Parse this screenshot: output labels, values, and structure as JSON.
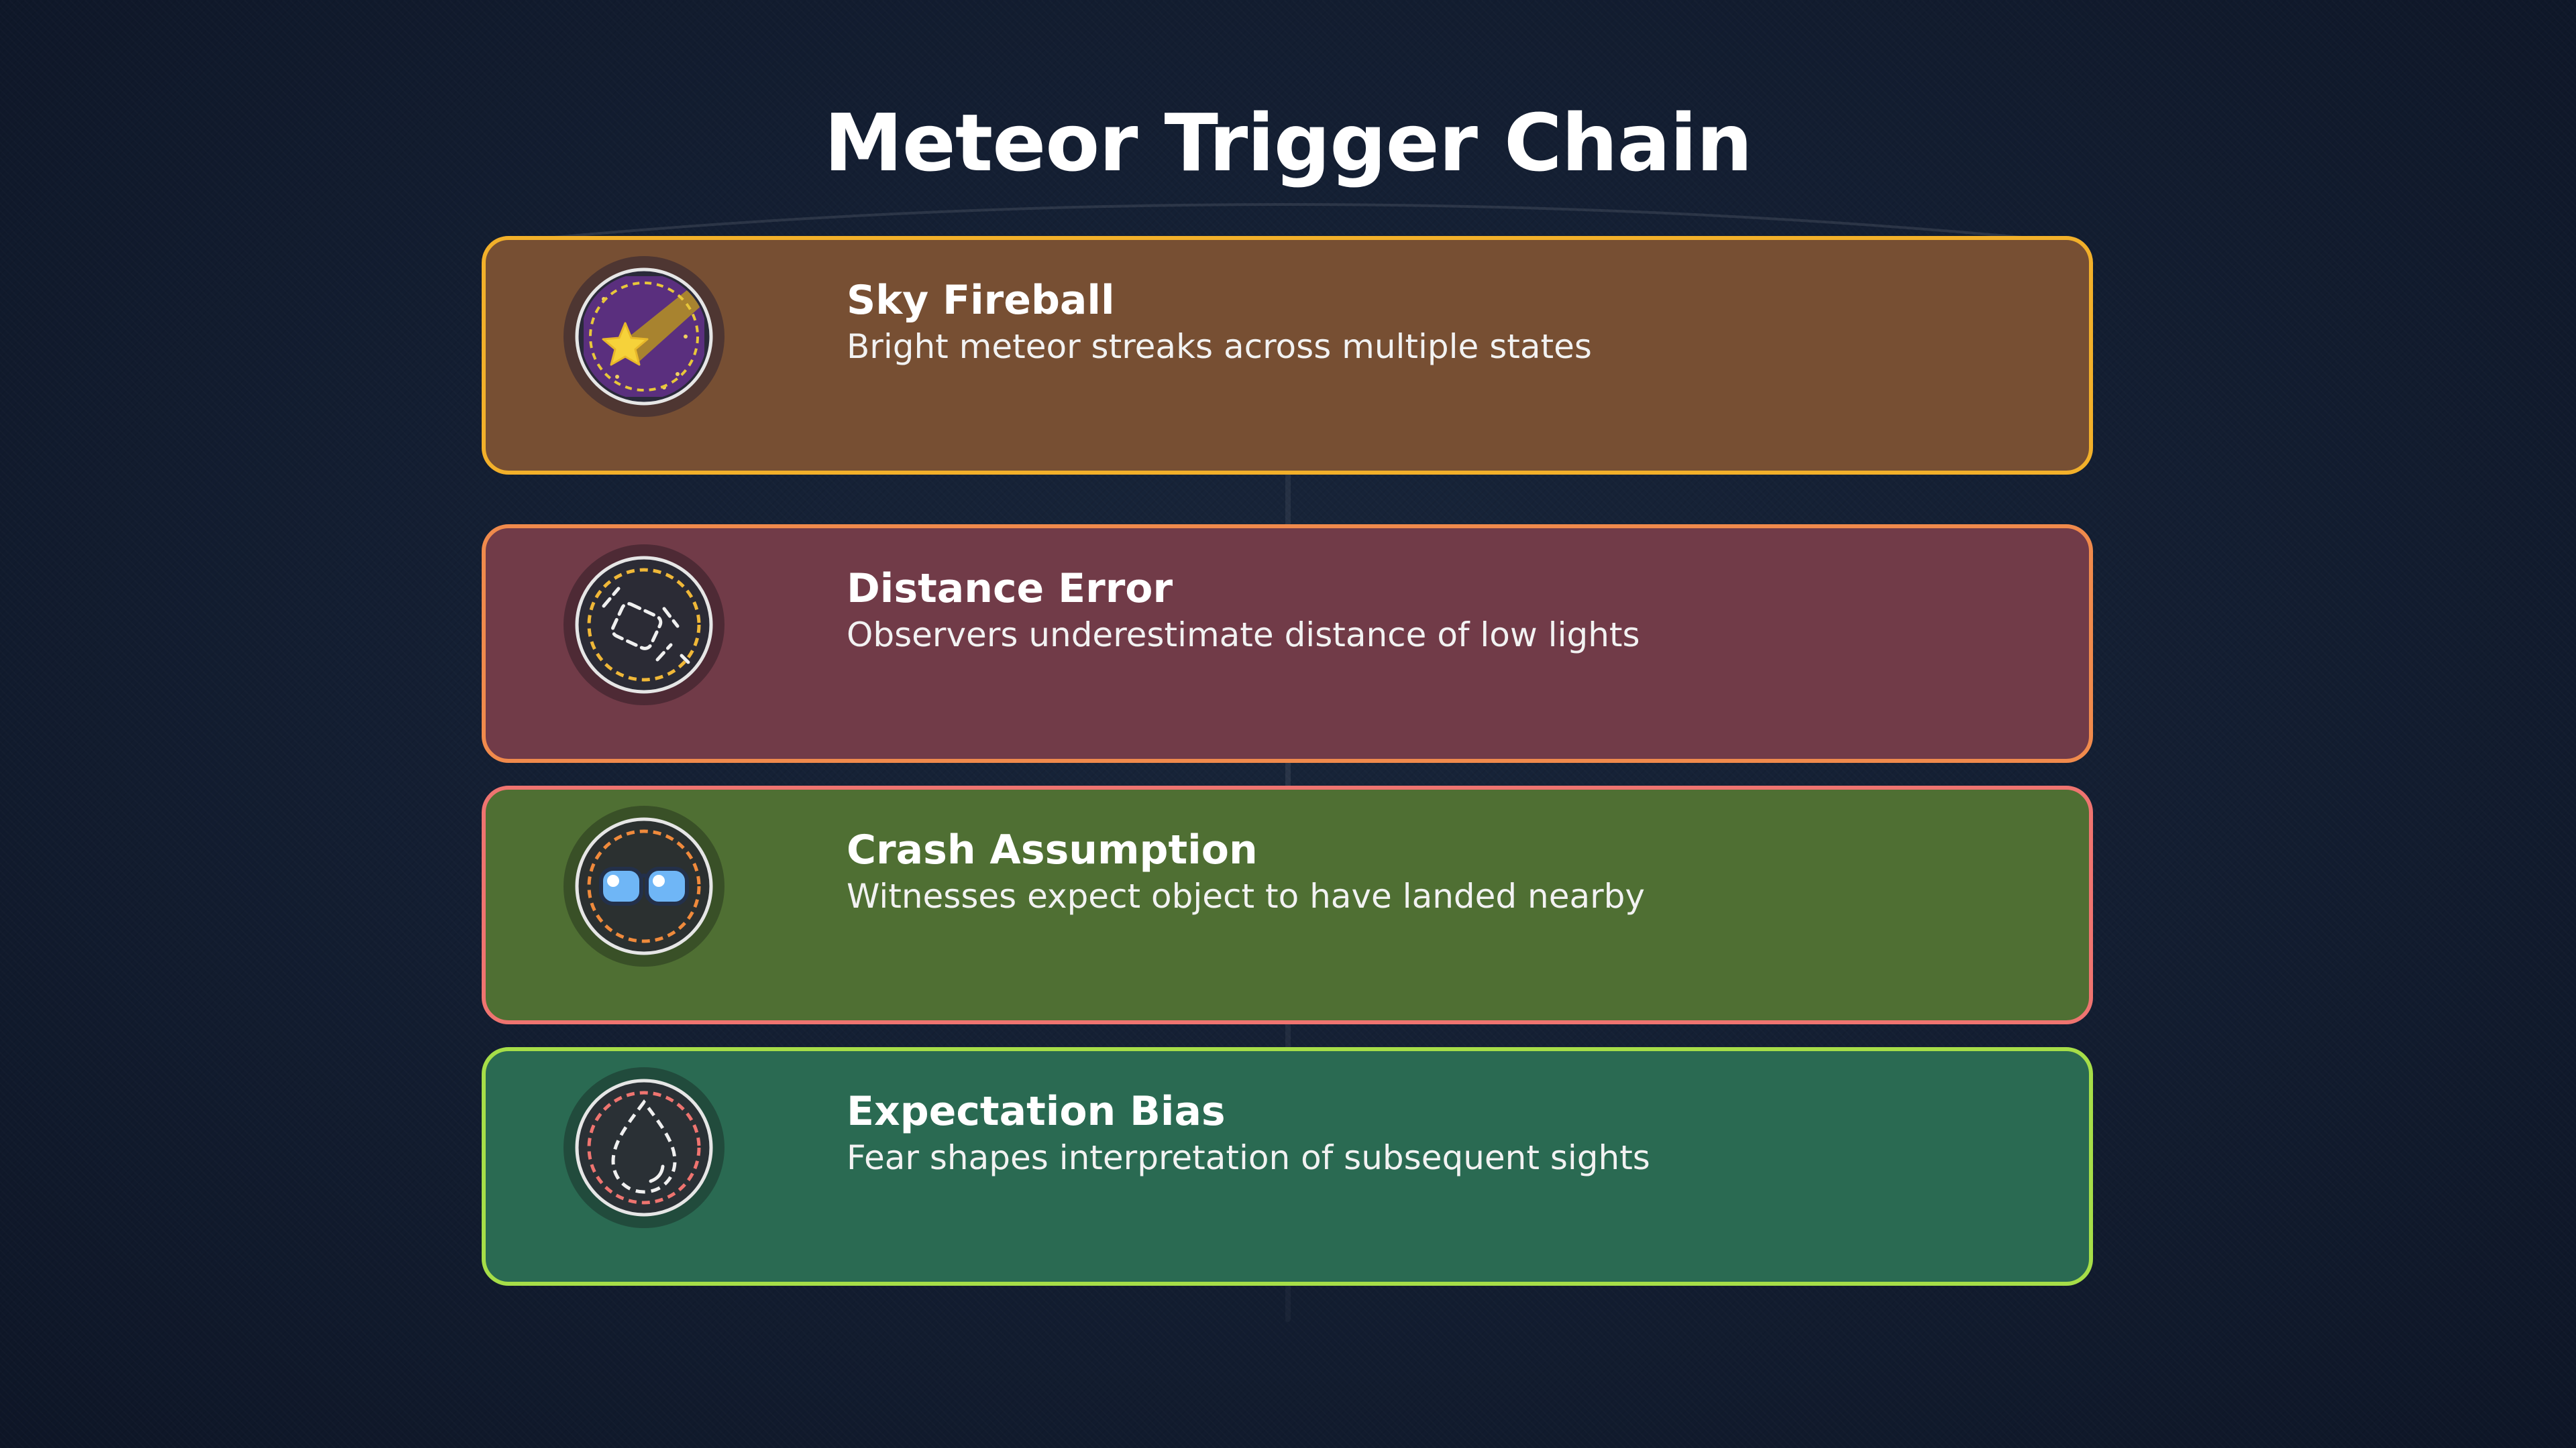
{
  "title": "Meteor Trigger Chain",
  "steps": [
    {
      "title": "Sky Fireball",
      "description": "Bright meteor streaks across multiple states",
      "icon": "shooting-star-icon",
      "fill": "#774f33",
      "border": "#f2b02a"
    },
    {
      "title": "Distance Error",
      "description": "Observers underestimate distance of low lights",
      "icon": "distance-gauge-icon",
      "fill": "#713b48",
      "border": "#f08a4c"
    },
    {
      "title": "Crash Assumption",
      "description": "Witnesses expect object to have landed nearby",
      "icon": "glasses-icon",
      "fill": "#4f6f33",
      "border": "#ef7470"
    },
    {
      "title": "Expectation Bias",
      "description": "Fear shapes interpretation of subsequent sights",
      "icon": "fear-drop-icon",
      "fill": "#2a6a52",
      "border": "#a6de48"
    }
  ]
}
